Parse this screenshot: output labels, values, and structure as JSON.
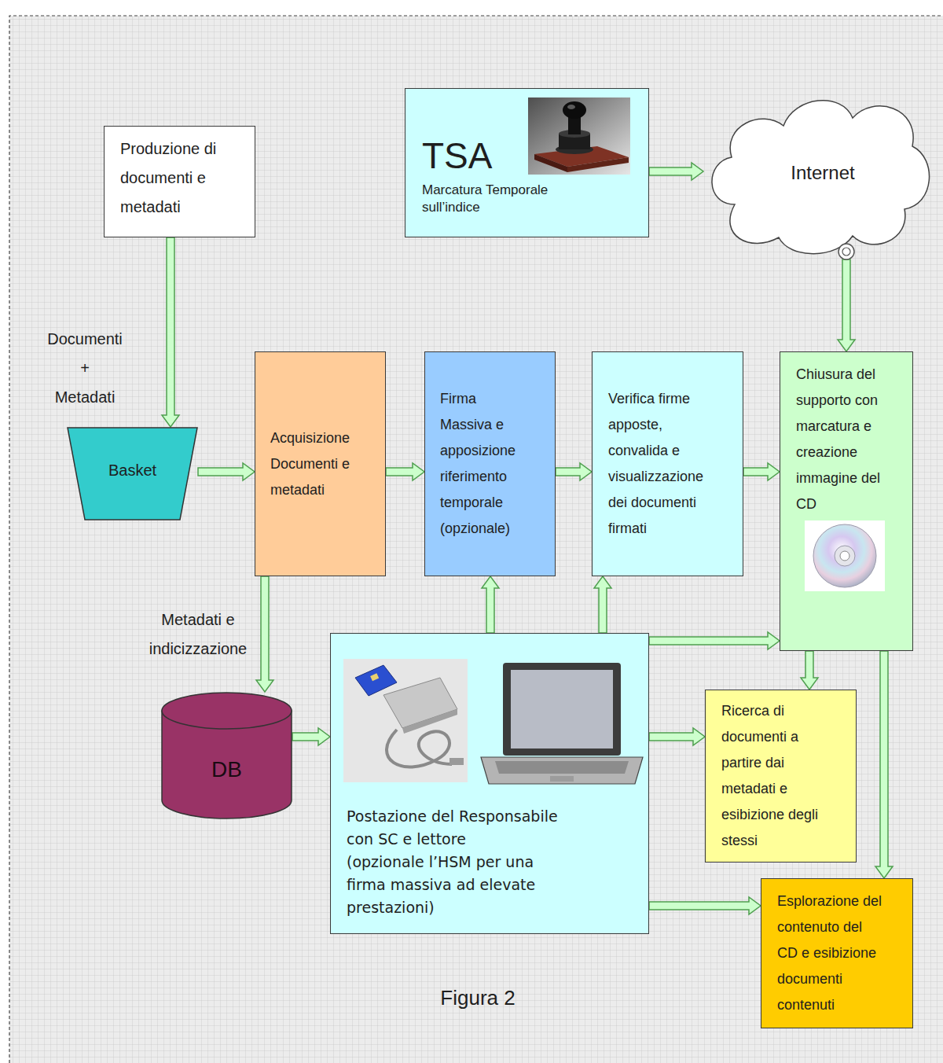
{
  "diagram": {
    "caption": "Figura 2",
    "nodes": [
      {
        "text": [
          "Produzione di documenti e metadati"
        ]
      },
      {
        "text": [
          "TSA",
          "Marcatura Temporale sull’indice"
        ]
      },
      {
        "text": [
          "Internet"
        ]
      },
      {
        "text": [
          "Basket"
        ]
      },
      {
        "text": [
          "Acquisizione Documenti e metadati"
        ]
      },
      {
        "text": [
          "Firma Massiva e apposizione riferimento temporale (opzionale)"
        ]
      },
      {
        "text": [
          "Verifica firme apposte, convalida e visualizzazione dei documenti firmati"
        ]
      },
      {
        "text": [
          "Chiusura del supporto con marcatura e creazione immagine del CD"
        ]
      },
      {
        "text": [
          "DB"
        ]
      },
      {
        "text": [
          "Postazione del Responsabile con SC e lettore",
          "(opzionale l’HSM per una firma massiva ad elevate prestazioni)"
        ]
      },
      {
        "text": [
          "Ricerca di documenti a partire dai metadati e esibizione degli stessi"
        ]
      },
      {
        "text": [
          "Esplorazione del contenuto del CD e esibizione documenti contenuti"
        ]
      }
    ],
    "edges": [
      {
        "from": 0,
        "to": 3,
        "arrow": "to",
        "label": "Documenti + Metadati"
      },
      {
        "from": 1,
        "to": 2,
        "arrow": "to"
      },
      {
        "from": 2,
        "to": 7,
        "arrow": "to"
      },
      {
        "from": 3,
        "to": 4,
        "arrow": "to"
      },
      {
        "from": 4,
        "to": 5,
        "arrow": "to"
      },
      {
        "from": 5,
        "to": 6,
        "arrow": "to"
      },
      {
        "from": 6,
        "to": 7,
        "arrow": "to"
      },
      {
        "from": 4,
        "to": 8,
        "arrow": "to",
        "label": "Metadati e indicizzazione"
      },
      {
        "from": 8,
        "to": 9,
        "arrow": "to"
      },
      {
        "from": 9,
        "to": 5,
        "arrow": "to"
      },
      {
        "from": 9,
        "to": 6,
        "arrow": "to"
      },
      {
        "from": 9,
        "to": 7,
        "arrow": "to"
      },
      {
        "from": 9,
        "to": 10,
        "arrow": "to"
      },
      {
        "from": 9,
        "to": 11,
        "arrow": "to"
      },
      {
        "from": 7,
        "to": 10,
        "arrow": "to"
      },
      {
        "from": 7,
        "to": 11,
        "arrow": "to"
      }
    ]
  }
}
